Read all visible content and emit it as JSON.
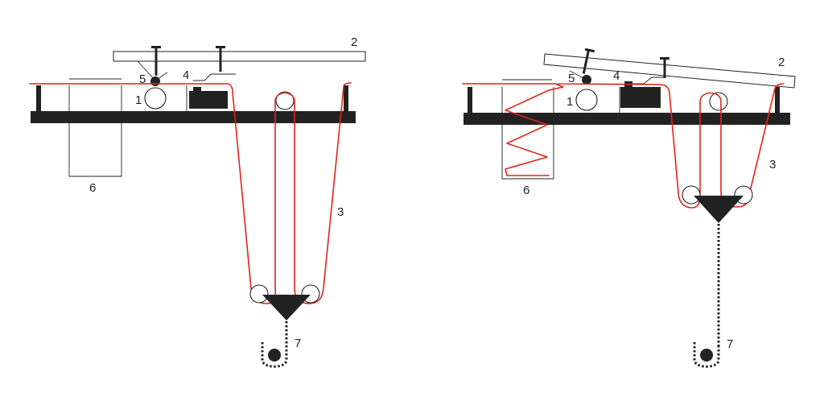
{
  "colors": {
    "tape": "#e2231a",
    "ink": "#222222",
    "background": "#ffffff"
  },
  "labels": {
    "capstan": "1",
    "pressure_arm": "2",
    "tape_loop": "3",
    "head": "4",
    "pinch_roller": "5",
    "bin": "6",
    "weight": "7"
  },
  "panels": [
    {
      "state": "long-loop"
    },
    {
      "state": "short-loop"
    }
  ]
}
